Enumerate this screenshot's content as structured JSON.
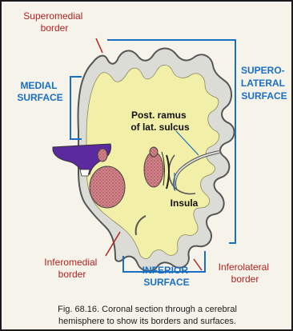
{
  "labels": {
    "superomedial": [
      "Superomedial",
      "border"
    ],
    "medial_surface": [
      "MEDIAL",
      "SURFACE"
    ],
    "superolateral_surface": [
      "SUPERO-",
      "LATERAL",
      "SURFACE"
    ],
    "post_ramus": [
      "Post. ramus",
      "of lat. sulcus"
    ],
    "insula": "Insula",
    "inferomedial": [
      "Inferomedial",
      "border"
    ],
    "inferior_surface": [
      "INFERIOR",
      "SURFACE"
    ],
    "inferolateral": [
      "Inferolateral",
      "border"
    ]
  },
  "caption": {
    "line1": "Fig. 68.16. Coronal section through a cerebral",
    "line2": "hemisphere to show its borders and surfaces."
  },
  "colors": {
    "white_matter": "#f2f0a8",
    "gray_matter": "#dcdcd6",
    "nuclei": "#d3838a",
    "ventricle": "#5a2a9e",
    "border_label": "#b32222",
    "surface_label": "#1a6fc4"
  }
}
